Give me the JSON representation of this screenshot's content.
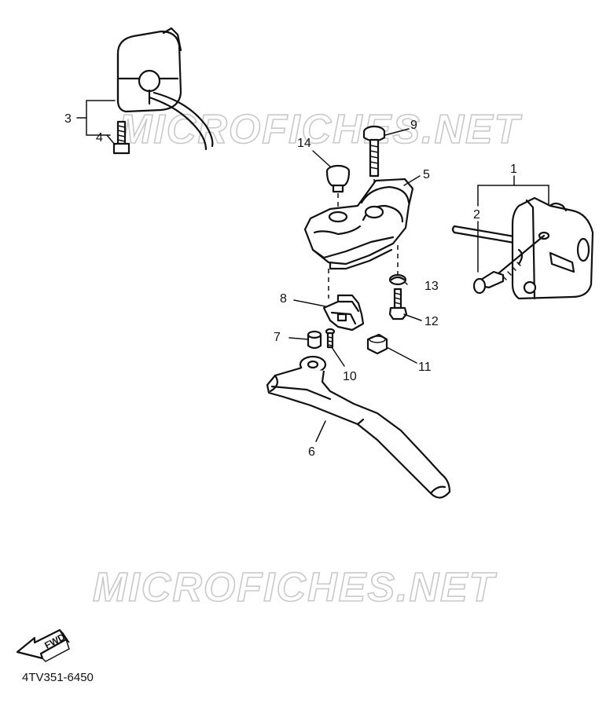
{
  "watermarks": [
    "MICROFICHES.NET",
    "MICROFICHES.NET"
  ],
  "callouts": {
    "c1": "1",
    "c2": "2",
    "c3": "3",
    "c4": "4",
    "c5": "5",
    "c6": "6",
    "c7": "7",
    "c8": "8",
    "c9": "9",
    "c10": "10",
    "c11": "11",
    "c12": "12",
    "c13": "13",
    "c14": "14"
  },
  "fwd_label": "FWD",
  "diagram_code": "4TV351-6450"
}
